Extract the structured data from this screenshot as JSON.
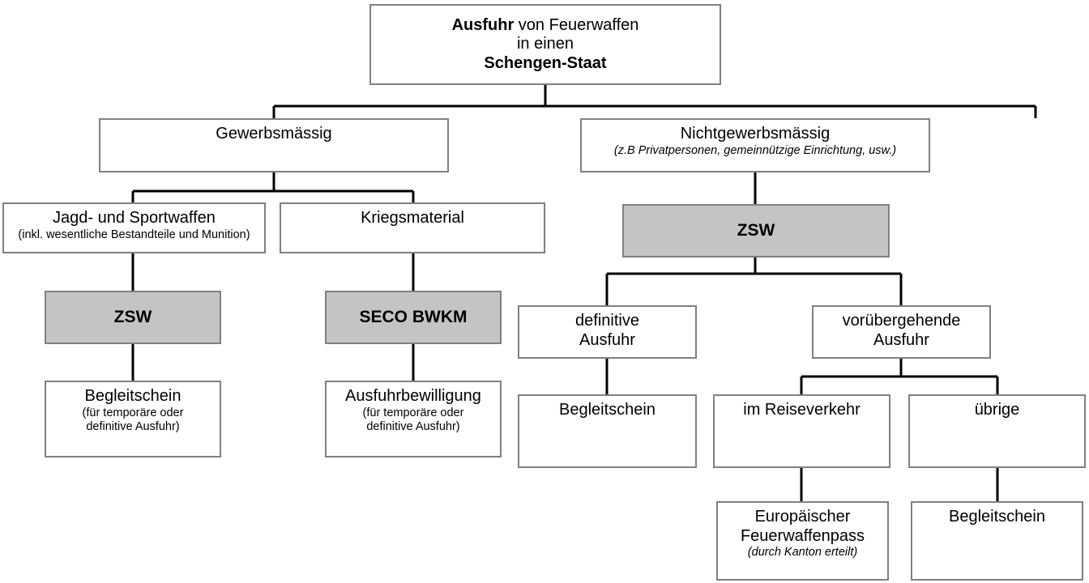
{
  "diagram": {
    "title": "Ausfuhr von Feuerwaffen in einen Schengen-Staat",
    "language": "de",
    "colors": {
      "box_border": "#808080",
      "box_fill": "#ffffff",
      "highlight_fill": "#c4c4c4",
      "connector": "#000000",
      "text": "#000000"
    },
    "nodes": {
      "root": {
        "line1_bold": "Ausfuhr",
        "line1_rest": " von Feuerwaffen",
        "line2": "in einen",
        "line3_bold": "Schengen-Staat"
      },
      "gewerbsmaessig": {
        "title": "Gewerbsmässig"
      },
      "nichtgewerbsmaessig": {
        "title": "Nichtgewerbsmässig",
        "subtitle": "(z.B Privatpersonen, gemeinnützige Einrichtung, usw.)"
      },
      "jagd_sportwaffen": {
        "title": "Jagd- und Sportwaffen",
        "subtitle": "(inkl. wesentliche Bestandteile und Munition)"
      },
      "kriegsmaterial": {
        "title": "Kriegsmaterial"
      },
      "zsw_jagd": {
        "title": "ZSW"
      },
      "seco_bwkm": {
        "title": "SECO BWKM"
      },
      "zsw_nicht": {
        "title": "ZSW"
      },
      "begleitschein_jagd": {
        "title": "Begleitschein",
        "subtitle": "(für temporäre oder\ndefinitive Ausfuhr)"
      },
      "ausfuhrbewilligung": {
        "title": "Ausfuhrbewilligung",
        "subtitle": "(für temporäre oder\ndefinitive Ausfuhr)"
      },
      "definitive_ausfuhr": {
        "title": "definitive\nAusfuhr"
      },
      "voruebergehende_ausfuhr": {
        "title": "vorübergehende\nAusfuhr"
      },
      "begleitschein_definitiv": {
        "title": "Begleitschein"
      },
      "im_reiseverkehr": {
        "title": "im Reiseverkehr"
      },
      "uebrige": {
        "title": "übrige"
      },
      "europaeischer_feuerwaffenpass": {
        "title": "Europäischer\nFeuerwaffenpass",
        "subtitle": "(durch Kanton erteilt)"
      },
      "begleitschein_uebrige": {
        "title": "Begleitschein"
      }
    }
  }
}
